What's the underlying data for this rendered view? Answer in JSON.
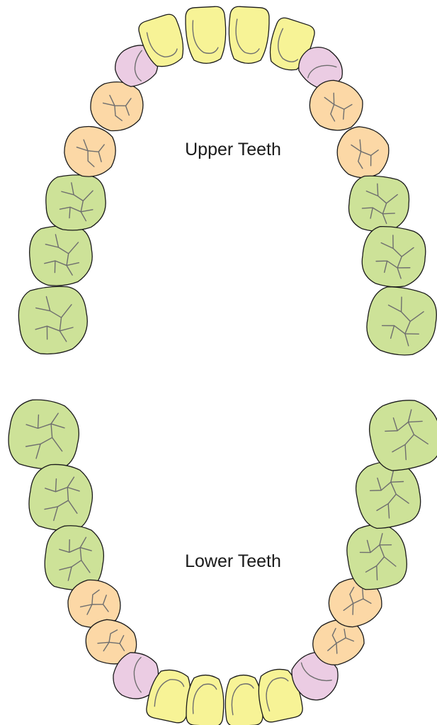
{
  "labels": {
    "upper": "Upper Teeth",
    "lower": "Lower Teeth"
  },
  "colors": {
    "molar": "#cde298",
    "premolar": "#fcd8a6",
    "canine": "#ebcce3",
    "incisor": "#f7f396",
    "outline": "#1a1a1a",
    "fissure": "#6e6e6e"
  },
  "arches": {
    "upper": [
      "molar",
      "molar",
      "molar",
      "premolar",
      "premolar",
      "canine",
      "incisor",
      "incisor",
      "incisor",
      "incisor",
      "canine",
      "premolar",
      "premolar",
      "molar",
      "molar",
      "molar"
    ],
    "lower": [
      "molar",
      "molar",
      "molar",
      "premolar",
      "premolar",
      "canine",
      "incisor",
      "incisor",
      "incisor",
      "incisor",
      "canine",
      "premolar",
      "premolar",
      "molar",
      "molar",
      "molar"
    ]
  }
}
